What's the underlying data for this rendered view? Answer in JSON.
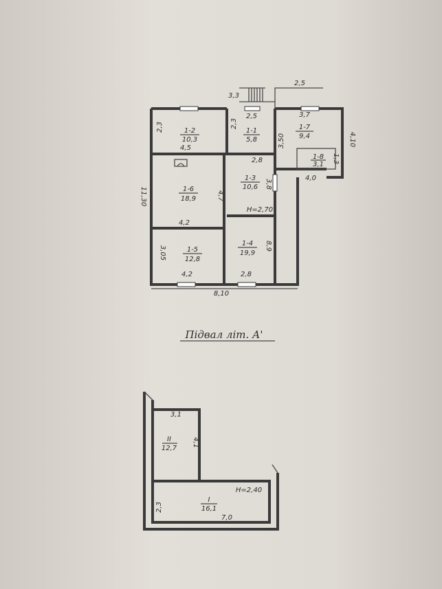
{
  "upper_plan": {
    "rooms": [
      {
        "id": "1-2",
        "area": "10,3"
      },
      {
        "id": "1-1",
        "area": "5,8"
      },
      {
        "id": "1-7",
        "area": "9,4"
      },
      {
        "id": "1-8",
        "area": "3,1"
      },
      {
        "id": "1-6",
        "area": "18,9"
      },
      {
        "id": "1-3",
        "area": "10,6"
      },
      {
        "id": "1-5",
        "area": "12,8"
      },
      {
        "id": "1-4",
        "area": "19,9"
      }
    ],
    "dimensions": {
      "top_stair": "3,3",
      "top_right_porch": "2,5",
      "r12_height": "2,3",
      "r12_width": "4,5",
      "r11_height": "2,3",
      "r11_width": "2,5",
      "r17_width": "3,7",
      "r17_side": "4,10",
      "corridor_height": "3,50",
      "r13_width": "2,8",
      "r13_height": "3,8",
      "r18_height": "1,3",
      "r18_bottom": "4,0",
      "r16_height": "4,7",
      "r16_width": "4,2",
      "height_mark": "H=2,70",
      "overall_height": "11,30",
      "r15_height": "3,05",
      "r15_width": "4,2",
      "r14_height": "8,9",
      "r14_width": "2,8",
      "overall_width": "8,10"
    }
  },
  "caption": "Підвал літ. А'",
  "basement_plan": {
    "rooms": [
      {
        "id": "II",
        "area": "12,7"
      },
      {
        "id": "I",
        "area": "16,1"
      }
    ],
    "dimensions": {
      "r2_width": "3,1",
      "r2_height": "4,1",
      "height_mark": "H=2,40",
      "r1_height": "2,3",
      "r1_width": "7,0"
    }
  }
}
